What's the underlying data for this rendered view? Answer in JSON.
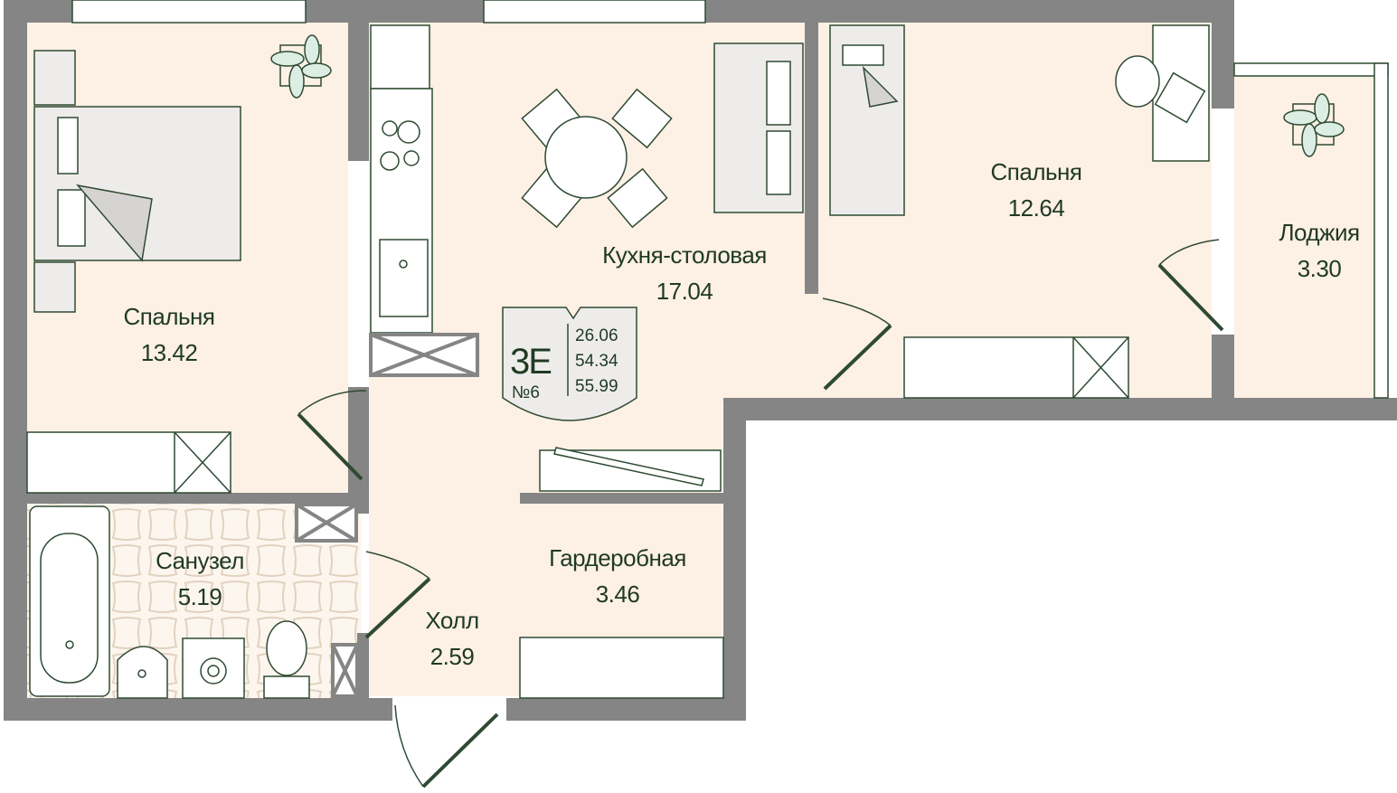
{
  "plan": {
    "apartment_type": "3E",
    "apartment_number": "№6",
    "areas": [
      "26.06",
      "54.34",
      "55.99"
    ]
  },
  "rooms": [
    {
      "name": "Спальня",
      "area": "13.42"
    },
    {
      "name": "Кухня-столовая",
      "area": "17.04"
    },
    {
      "name": "Спальня",
      "area": "12.64"
    },
    {
      "name": "Лоджия",
      "area": "3.30"
    },
    {
      "name": "Санузел",
      "area": "5.19"
    },
    {
      "name": "Гардеробная",
      "area": "3.46"
    },
    {
      "name": "Холл",
      "area": "2.59"
    }
  ],
  "colors": {
    "wall": "#858585",
    "floor": "#fdf0e4",
    "line": "#2e4a33",
    "furniture": "#eeecea",
    "text": "#1f3a24"
  }
}
